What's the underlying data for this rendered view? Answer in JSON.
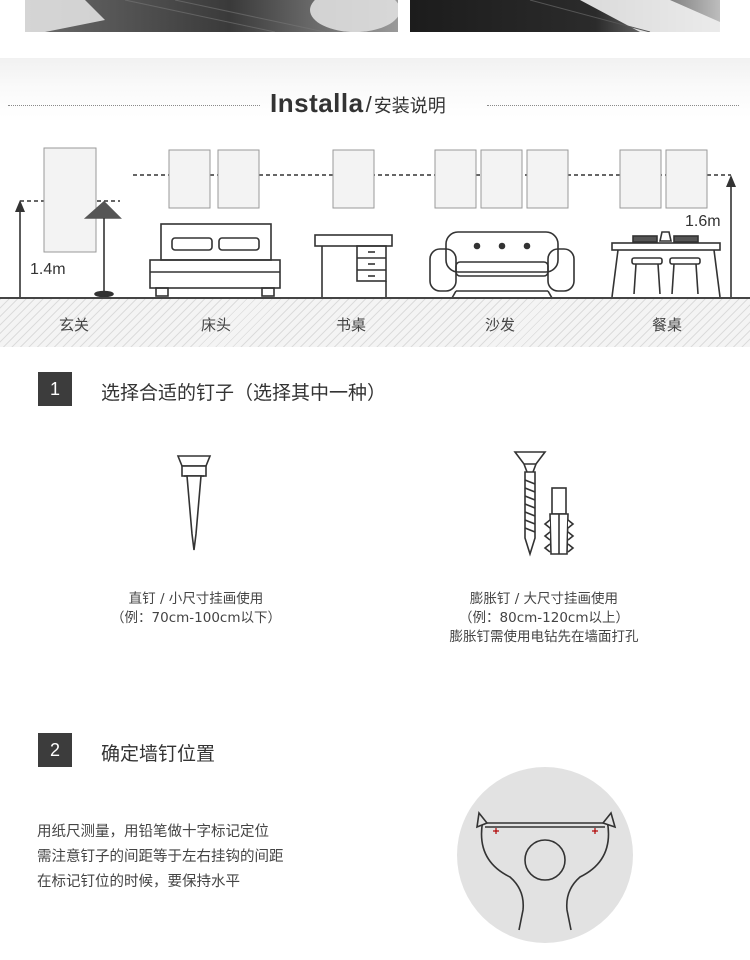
{
  "header": {
    "title_en": "Installa",
    "title_sep": "/",
    "title_cn": "安装说明"
  },
  "scene": {
    "rooms": [
      "玄关",
      "床头",
      "书桌",
      "沙发",
      "餐桌"
    ],
    "height_left": "1.4m",
    "height_right": "1.6m"
  },
  "step1": {
    "number": "1",
    "title": "选择合适的钉子（选择其中一种）",
    "nail_caption": [
      "直钉 / 小尺寸挂画使用",
      "（例：70cm-100cm以下）"
    ],
    "anchor_caption": [
      "膨胀钉 / 大尺寸挂画使用",
      "（例：80cm-120cm以上）",
      "膨胀钉需使用电钻先在墙面打孔"
    ]
  },
  "step2": {
    "number": "2",
    "title": "确定墙钉位置",
    "lines": [
      "用纸尺测量，用铅笔做十字标记定位",
      "需注意钉子的间距等于左右挂钩的间距",
      "在标记钉位的时候，要保持水平"
    ]
  },
  "colors": {
    "dark": "#3c3c3c",
    "line": "#333333",
    "frame_fill": "#f3f3f3",
    "floor": "#dcdcdc"
  }
}
